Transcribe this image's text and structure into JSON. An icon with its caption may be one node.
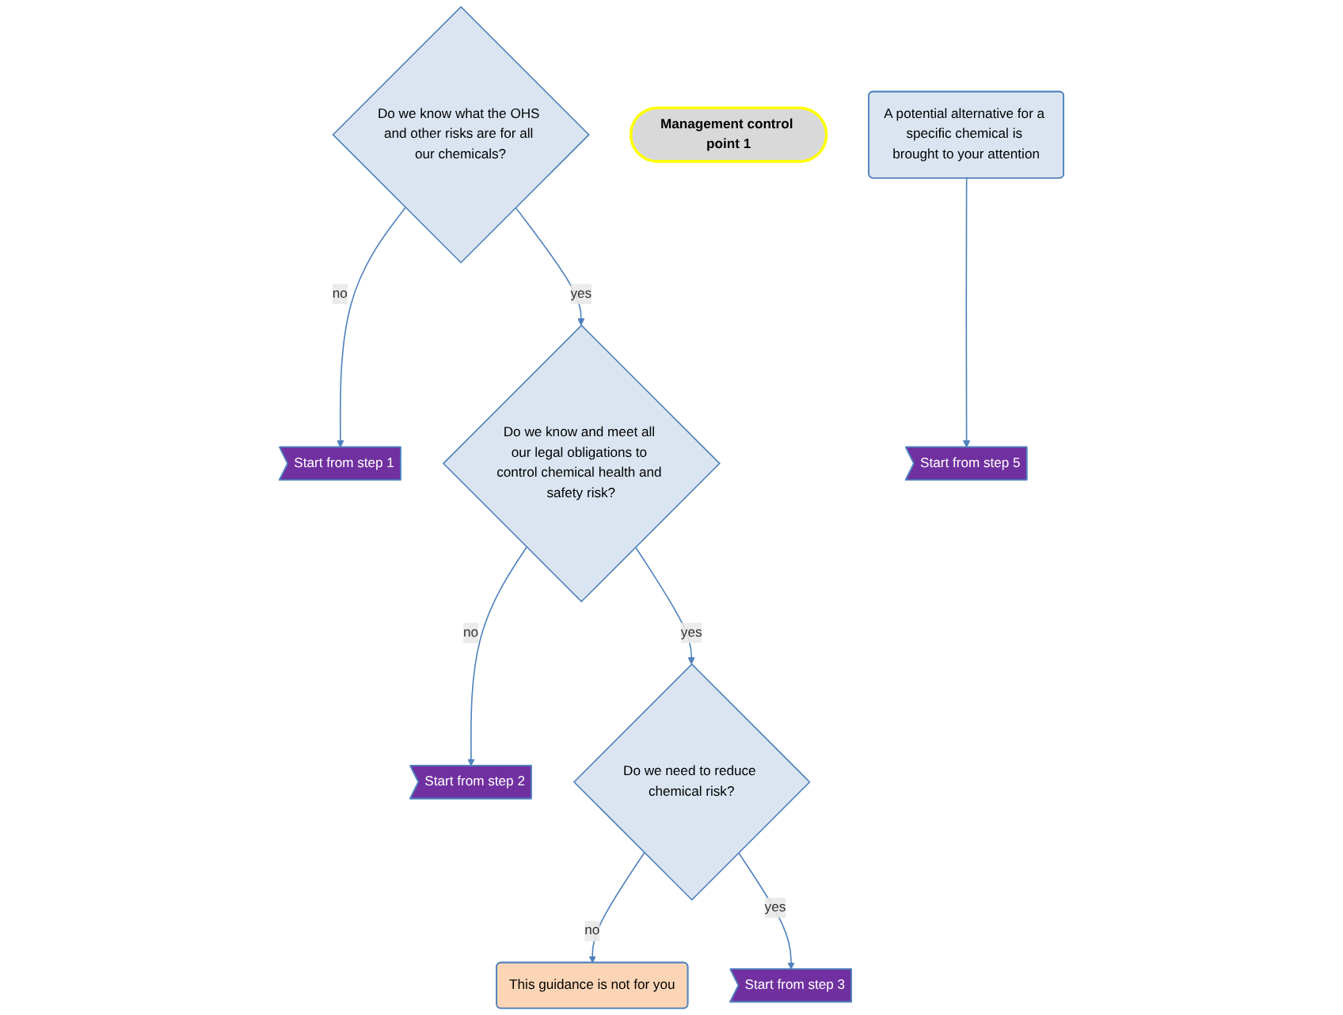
{
  "diagram": {
    "nodes": [
      {
        "text": [
          "Do we know what the OHS and other risks are for all our chemicals?"
        ]
      },
      {
        "text": [
          "Start from step 1"
        ]
      },
      {
        "text": [
          "Do we know and meet all our legal obligations to control chemical health and safety risk?"
        ]
      },
      {
        "text": [
          "Start from step 2"
        ]
      },
      {
        "text": [
          "Management control point 1"
        ]
      },
      {
        "text": [
          "Do we need to reduce chemical risk?"
        ]
      },
      {
        "text": [
          "This guidance is not for you"
        ]
      },
      {
        "text": [
          "Start from step 3"
        ]
      },
      {
        "text": [
          "A potential alternative for a specific chemical is brought to your attention"
        ]
      },
      {
        "text": [
          "Start from step 5"
        ]
      }
    ],
    "edges": [
      {
        "from": 0,
        "to": 1,
        "label": "no",
        "arrow": "to"
      },
      {
        "from": 0,
        "to": 2,
        "label": "yes",
        "arrow": "to"
      },
      {
        "from": 2,
        "to": 3,
        "label": "no",
        "arrow": "to"
      },
      {
        "from": 2,
        "to": 5,
        "label": "yes",
        "arrow": "to"
      },
      {
        "from": 5,
        "to": 6,
        "label": "no",
        "arrow": "to"
      },
      {
        "from": 5,
        "to": 7,
        "label": "yes",
        "arrow": "to"
      },
      {
        "from": 8,
        "to": 9,
        "arrow": "to"
      }
    ]
  }
}
